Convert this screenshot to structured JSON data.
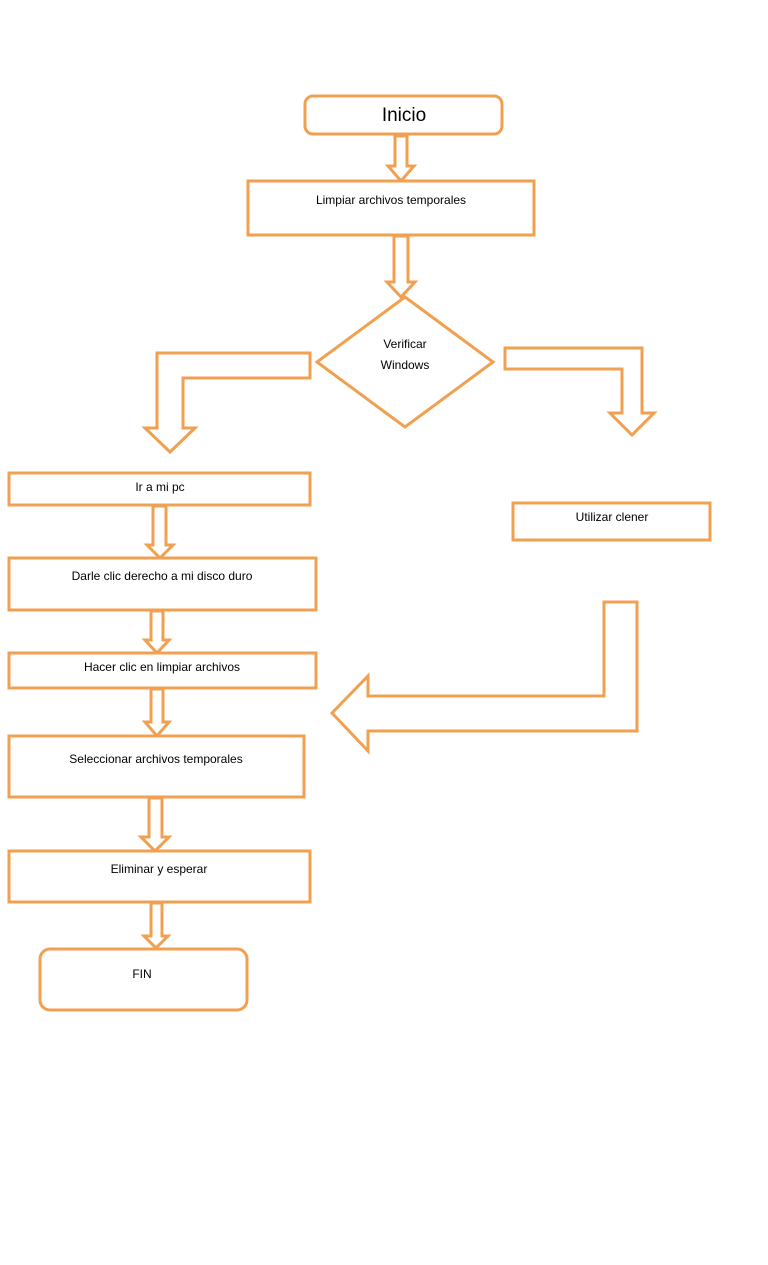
{
  "colors": {
    "stroke": "#F0A050",
    "fill": "#ffffff",
    "text": "#000000"
  },
  "nodes": {
    "inicio": "Inicio",
    "limpiar": "Limpiar archivos temporales",
    "verificar_line1": "Verificar",
    "verificar_line2": "Windows",
    "ir_mi_pc": "Ir a mi pc",
    "utilizar": "Utilizar clener",
    "darle_clic": "Darle clic derecho a mi disco duro",
    "hacer_clic": "Hacer clic en limpiar archivos",
    "seleccionar": "Seleccionar archivos temporales",
    "eliminar": "Eliminar y esperar",
    "fin": "FIN"
  }
}
